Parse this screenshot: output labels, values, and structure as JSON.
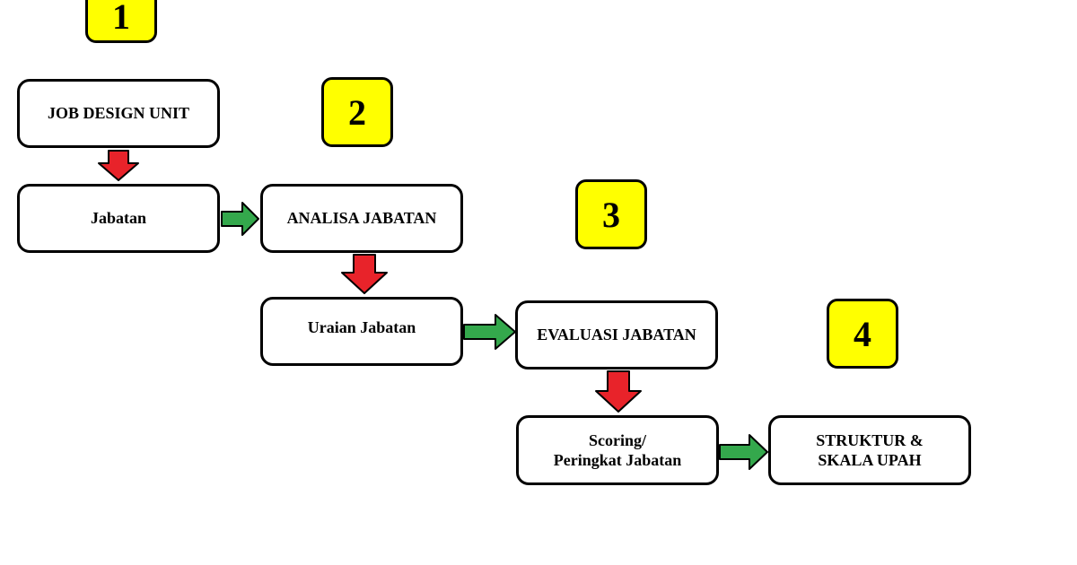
{
  "colors": {
    "badge_fill": "#ffff00",
    "down_arrow": "#e8232a",
    "right_arrow": "#34a84c",
    "box_border": "#000000"
  },
  "badges": {
    "step1": "1",
    "step2": "2",
    "step3": "3",
    "step4": "4"
  },
  "boxes": {
    "job_design_unit": "JOB DESIGN UNIT",
    "jabatan": "Jabatan",
    "analisa_jabatan": "ANALISA JABATAN",
    "uraian_jabatan": "Uraian Jabatan",
    "evaluasi_jabatan": "EVALUASI JABATAN",
    "scoring_line1": "Scoring/",
    "scoring_line2": "Peringkat Jabatan",
    "struktur_line1": "STRUKTUR &",
    "struktur_line2": "SKALA UPAH"
  }
}
